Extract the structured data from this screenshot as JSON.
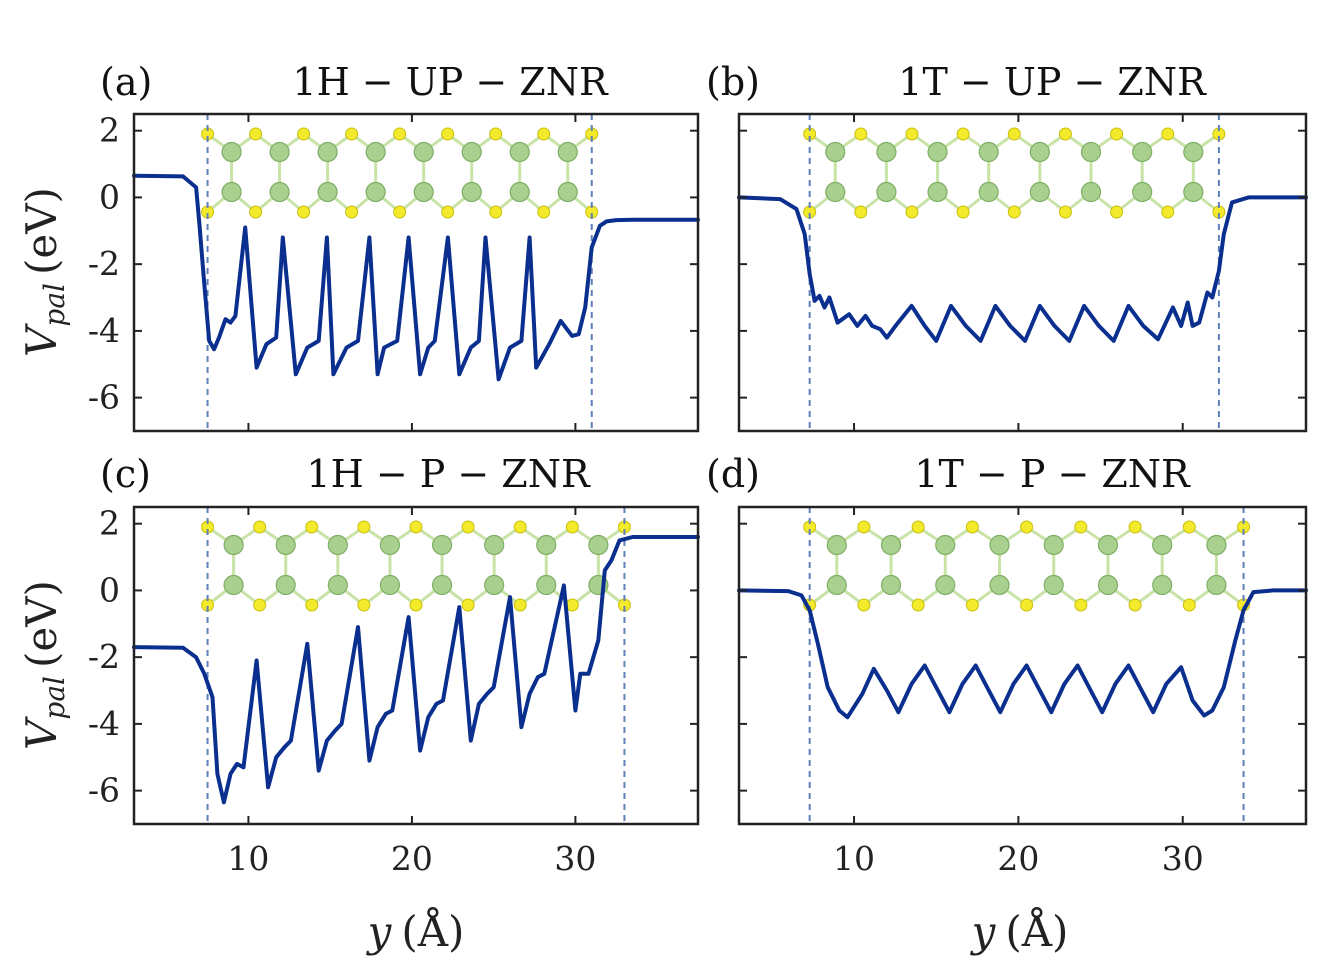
{
  "chart_data": [
    {
      "type": "line",
      "panel": "(a)",
      "title": "1H − UP − ZNR",
      "xlim": [
        3,
        37.5
      ],
      "ylim": [
        -7,
        2.5
      ],
      "x_ticks": [
        10,
        20,
        30
      ],
      "y_ticks": [
        2,
        0,
        -2,
        -4,
        -6
      ],
      "y_tick_labels": [
        "2",
        "0",
        "-2",
        "-4",
        "-6"
      ],
      "vlines": [
        7.5,
        31.0
      ],
      "series": [
        {
          "x": [
            3,
            6,
            6.8,
            7.0,
            7.3,
            7.6,
            7.9,
            8.2,
            8.6,
            8.9,
            9.2,
            9.8,
            10.5,
            11.1,
            11.7,
            12.1,
            12.9,
            13.6,
            14.3,
            14.8,
            15.2,
            16.0,
            16.7,
            17.4,
            17.9,
            18.3,
            19.1,
            19.8,
            20.5,
            21.0,
            21.4,
            22.2,
            22.9,
            23.6,
            24.1,
            24.5,
            25.3,
            26.0,
            26.7,
            27.2,
            27.6,
            28.4,
            29.1,
            29.8,
            30.2,
            30.6,
            31.0,
            31.5,
            31.9,
            32.5,
            33.5,
            35,
            37.5
          ],
          "y": [
            0.65,
            0.63,
            0.3,
            -0.8,
            -2.6,
            -4.3,
            -4.55,
            -4.2,
            -3.65,
            -3.75,
            -3.55,
            -0.9,
            -5.1,
            -4.4,
            -4.2,
            -1.2,
            -5.3,
            -4.5,
            -4.3,
            -1.2,
            -5.3,
            -4.5,
            -4.3,
            -1.2,
            -5.3,
            -4.5,
            -4.3,
            -1.2,
            -5.3,
            -4.5,
            -4.3,
            -1.2,
            -5.3,
            -4.5,
            -4.3,
            -1.2,
            -5.45,
            -4.5,
            -4.3,
            -1.2,
            -5.1,
            -4.4,
            -3.7,
            -4.15,
            -4.1,
            -3.3,
            -1.5,
            -0.85,
            -0.72,
            -0.68,
            -0.67,
            -0.67,
            -0.67
          ]
        }
      ]
    },
    {
      "type": "line",
      "panel": "(b)",
      "title": "1T − UP − ZNR",
      "xlim": [
        3,
        37.5
      ],
      "ylim": [
        -7,
        2.5
      ],
      "x_ticks": [
        10,
        20,
        30
      ],
      "y_ticks": [
        2,
        0,
        -2,
        -4,
        -6
      ],
      "vlines": [
        7.3,
        32.2
      ],
      "series": [
        {
          "x": [
            3,
            5.5,
            6.5,
            7.0,
            7.3,
            7.6,
            7.9,
            8.2,
            8.5,
            9.0,
            9.7,
            10.2,
            10.7,
            11.1,
            11.6,
            12.0,
            12.6,
            13.5,
            14.3,
            15.0,
            15.9,
            16.8,
            17.7,
            18.6,
            19.5,
            20.4,
            21.3,
            22.2,
            23.1,
            24.0,
            24.9,
            25.8,
            26.7,
            27.6,
            28.5,
            29.4,
            29.9,
            30.3,
            30.6,
            31.0,
            31.5,
            31.8,
            32.2,
            32.5,
            33.0,
            34,
            37.5
          ],
          "y": [
            0.0,
            -0.05,
            -0.35,
            -1.1,
            -2.3,
            -3.1,
            -2.95,
            -3.3,
            -3.0,
            -3.75,
            -3.5,
            -3.85,
            -3.55,
            -3.85,
            -3.95,
            -4.2,
            -3.8,
            -3.25,
            -3.85,
            -4.3,
            -3.25,
            -3.85,
            -4.3,
            -3.25,
            -3.85,
            -4.3,
            -3.25,
            -3.85,
            -4.3,
            -3.25,
            -3.85,
            -4.3,
            -3.25,
            -3.85,
            -4.25,
            -3.3,
            -3.85,
            -3.15,
            -3.85,
            -3.75,
            -2.85,
            -3.0,
            -2.2,
            -1.1,
            -0.15,
            0.0,
            0.0
          ]
        }
      ]
    },
    {
      "type": "line",
      "panel": "(c)",
      "title": "1H − P − ZNR",
      "xlim": [
        3,
        37.5
      ],
      "ylim": [
        -7,
        2.5
      ],
      "x_ticks": [
        10,
        20,
        30
      ],
      "y_ticks": [
        2,
        0,
        -2,
        -4,
        -6
      ],
      "y_tick_labels": [
        "2",
        "0",
        "-2",
        "-4",
        "-6"
      ],
      "vlines": [
        7.5,
        33.0
      ],
      "series": [
        {
          "x": [
            3,
            6,
            6.8,
            7.3,
            7.8,
            8.1,
            8.5,
            8.9,
            9.3,
            9.7,
            10.5,
            11.2,
            11.7,
            12.2,
            12.6,
            13.6,
            14.3,
            14.8,
            15.3,
            15.7,
            16.7,
            17.4,
            17.9,
            18.4,
            18.8,
            19.8,
            20.5,
            21.0,
            21.5,
            21.9,
            22.9,
            23.6,
            24.1,
            24.6,
            25.0,
            26.0,
            26.7,
            27.2,
            27.7,
            28.1,
            29.3,
            30.0,
            30.3,
            30.8,
            31.4,
            31.8,
            32.2,
            32.7,
            33.5,
            35,
            37.5
          ],
          "y": [
            -1.7,
            -1.72,
            -2.0,
            -2.5,
            -3.2,
            -5.5,
            -6.35,
            -5.5,
            -5.2,
            -5.3,
            -2.1,
            -5.9,
            -5.0,
            -4.7,
            -4.5,
            -1.6,
            -5.4,
            -4.5,
            -4.2,
            -4.0,
            -1.1,
            -5.1,
            -4.1,
            -3.7,
            -3.6,
            -0.8,
            -4.8,
            -3.8,
            -3.4,
            -3.3,
            -0.5,
            -4.5,
            -3.4,
            -3.1,
            -2.9,
            -0.2,
            -4.1,
            -3.1,
            -2.6,
            -2.5,
            0.15,
            -3.6,
            -2.5,
            -2.5,
            -1.5,
            0.6,
            0.9,
            1.5,
            1.6,
            1.6,
            1.6
          ]
        }
      ]
    },
    {
      "type": "line",
      "panel": "(d)",
      "title": "1T − P − ZNR",
      "xlim": [
        3,
        37.5
      ],
      "ylim": [
        -7,
        2.5
      ],
      "x_ticks": [
        10,
        20,
        30
      ],
      "y_ticks": [
        2,
        0,
        -2,
        -4,
        -6
      ],
      "vlines": [
        7.3,
        33.7
      ],
      "series": [
        {
          "x": [
            3,
            6,
            6.8,
            7.3,
            7.8,
            8.4,
            9.1,
            9.6,
            10.5,
            11.2,
            12.0,
            12.7,
            13.5,
            14.3,
            15.1,
            15.8,
            16.6,
            17.4,
            18.2,
            18.9,
            19.7,
            20.5,
            21.3,
            22.0,
            22.8,
            23.6,
            24.4,
            25.1,
            25.9,
            26.7,
            27.5,
            28.2,
            29.0,
            29.9,
            30.6,
            31.3,
            31.8,
            32.5,
            33.2,
            33.7,
            34.3,
            35.5,
            37.5
          ],
          "y": [
            0.0,
            -0.02,
            -0.15,
            -0.6,
            -1.6,
            -2.9,
            -3.6,
            -3.8,
            -3.1,
            -2.35,
            -3.0,
            -3.65,
            -2.8,
            -2.25,
            -3.0,
            -3.65,
            -2.8,
            -2.25,
            -3.0,
            -3.65,
            -2.8,
            -2.25,
            -3.0,
            -3.65,
            -2.8,
            -2.25,
            -3.0,
            -3.65,
            -2.8,
            -2.25,
            -3.0,
            -3.65,
            -2.8,
            -2.3,
            -3.3,
            -3.75,
            -3.6,
            -2.9,
            -1.5,
            -0.6,
            -0.05,
            0.0,
            0.0
          ]
        }
      ]
    }
  ],
  "ylabel": "V",
  "ylabel_sub": "pal",
  "ylabel_unit": "(eV)",
  "xlabel": "y",
  "xlabel_unit": "(Å)",
  "x_tick_labels": [
    "10",
    "20",
    "30"
  ],
  "colors": {
    "line": "#0a2f8f",
    "vline": "#5f7fb8",
    "frame": "#222222",
    "atom_big": "#a9d08e",
    "atom_small": "#f2ea2a",
    "bond": "#c9e3a6"
  }
}
